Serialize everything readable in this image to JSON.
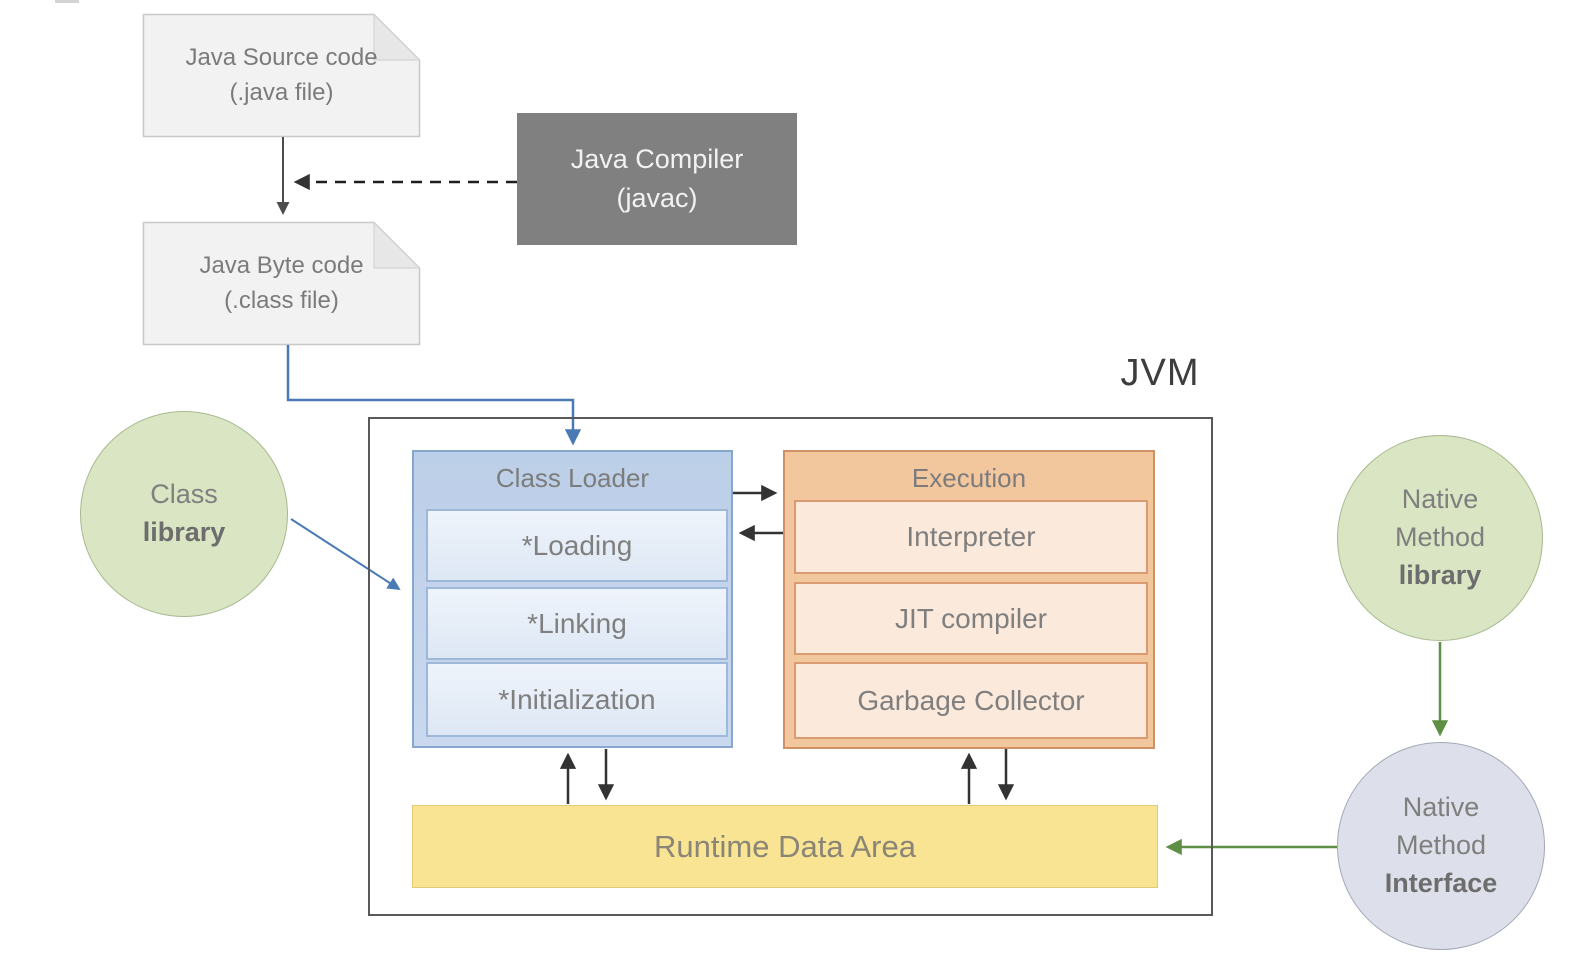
{
  "diagram": {
    "jvm_label": "JVM",
    "java_source": {
      "line1": "Java Source code",
      "line2": "(.java file)"
    },
    "java_compiler": {
      "line1": "Java Compiler",
      "line2": "(javac)"
    },
    "java_byte_code": {
      "line1": "Java Byte code",
      "line2": "(.class file)"
    },
    "class_library": {
      "line1": "Class",
      "line2": "library"
    },
    "class_loader": {
      "title": "Class Loader",
      "items": [
        "*Loading",
        "*Linking",
        "*Initialization"
      ]
    },
    "execution": {
      "title": "Execution",
      "items": [
        "Interpreter",
        "JIT compiler",
        "Garbage Collector"
      ]
    },
    "runtime_data_area": {
      "label": "Runtime Data Area"
    },
    "native_method_library": {
      "line1": "Native",
      "line2": "Method",
      "line3": "library"
    },
    "native_method_interface": {
      "line1": "Native",
      "line2": "Method",
      "line3": "Interface"
    },
    "colors": {
      "doc_fill": "#f2f2f2",
      "doc_border": "#c8c8c8",
      "compiler_fill": "#808080",
      "loader_fill": "#bccfe8",
      "loader_item_fill": "#e2eaf5",
      "execution_fill": "#f3c79e",
      "execution_item_fill": "#fbe9db",
      "runtime_fill": "#f8e492",
      "library_fill": "#d9e5c3",
      "interface_fill": "#dde0ea",
      "arrow_dark": "#333333",
      "arrow_blue": "#4a7ab5",
      "arrow_green": "#5f8f44"
    }
  }
}
